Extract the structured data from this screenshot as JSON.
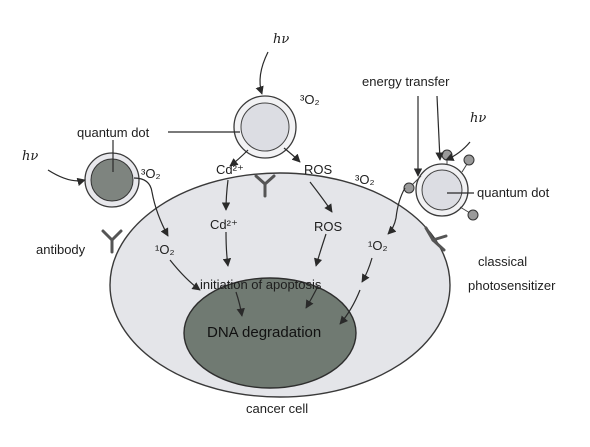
{
  "labels": {
    "hv": "hν",
    "quantum_dot": "quantum dot",
    "energy_transfer": "energy transfer",
    "triplet_o2": "³O₂",
    "singlet_o2": "¹O₂",
    "cadmium_ion": "Cd²⁺",
    "ros": "ROS",
    "antibody": "antibody",
    "classical": "classical",
    "photosensitizer": "photosensitizer",
    "initiation_of_apoptosis": "initiation of apoptosis",
    "dna_degradation": "DNA degradation",
    "cancer_cell": "cancer cell"
  },
  "colors": {
    "cell_fill": "#e4e5e9",
    "nucleus_fill": "#707a72",
    "qd_left_fill": "#7e847f",
    "qd_fill": "#dcdde3",
    "photosensitizer_fill": "#9a9a9a"
  },
  "icons": [
    "arrow-icon",
    "antibody-icon",
    "photon-icon"
  ]
}
